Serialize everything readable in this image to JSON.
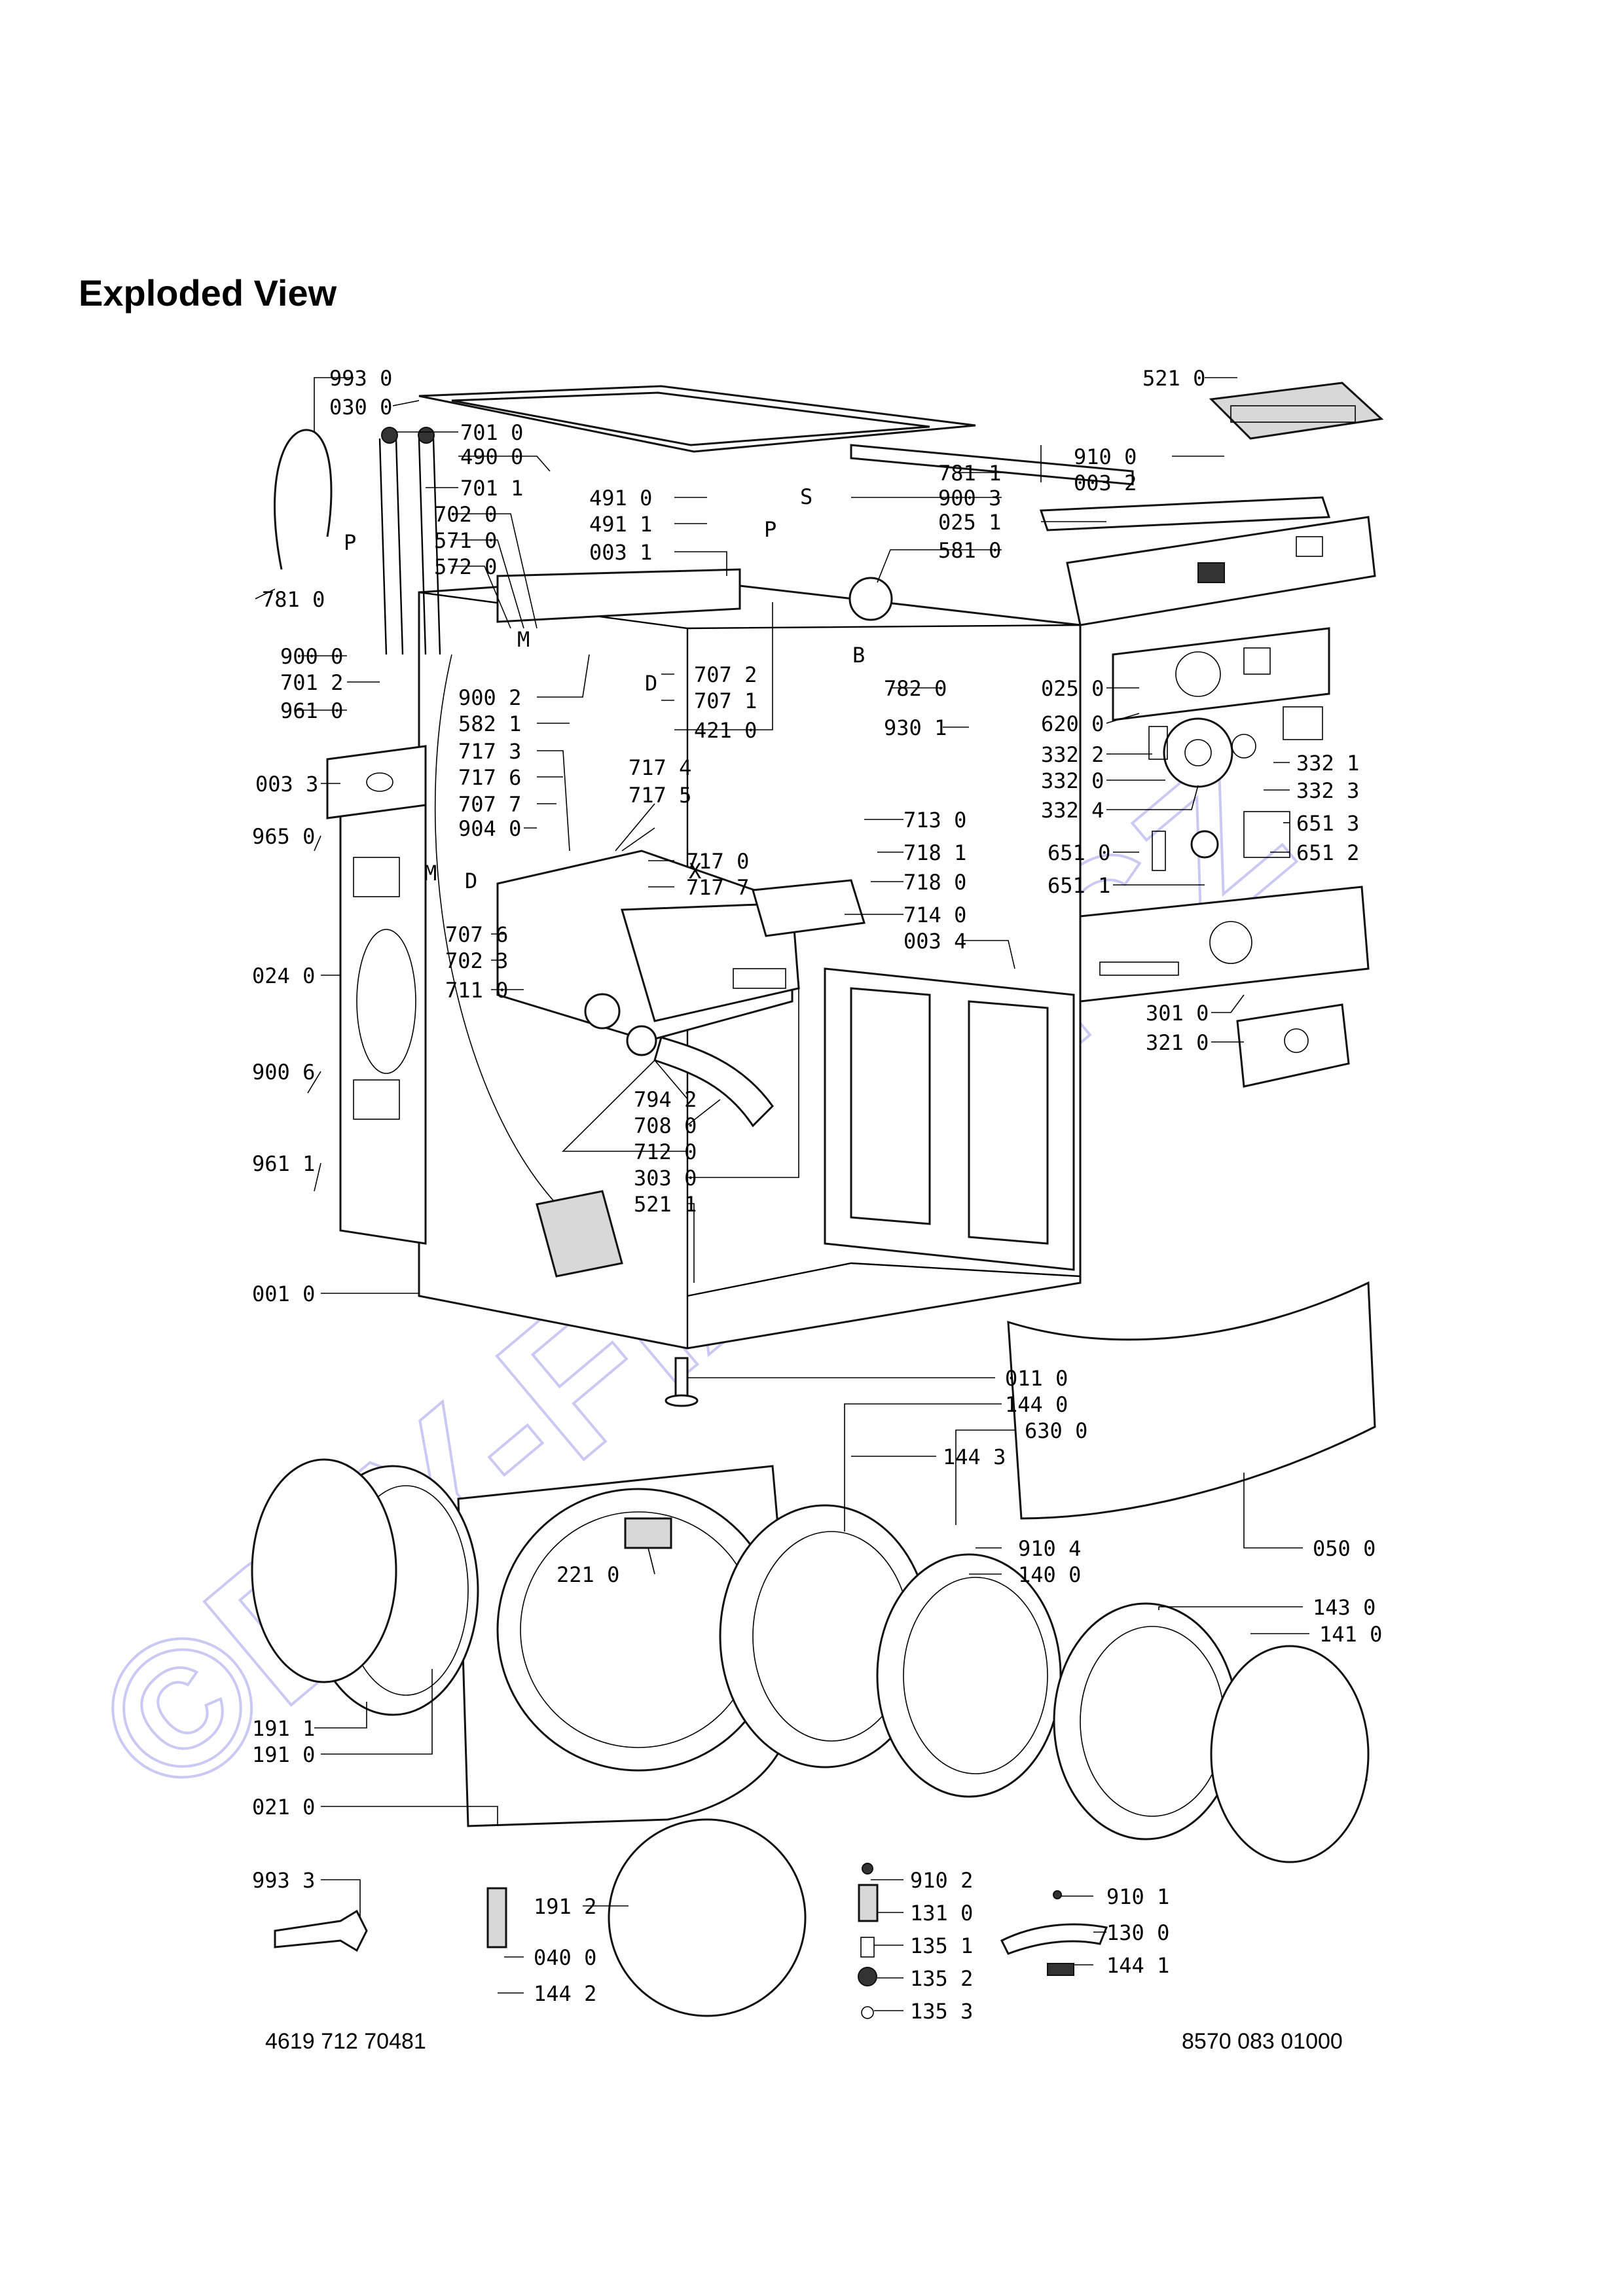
{
  "page": {
    "title": "Exploded View"
  },
  "watermark": {
    "text": "©DIY-FIX.DE.CZ",
    "color": "#c9c9f4"
  },
  "footer": {
    "left_code": "4619 712 70481",
    "right_code": "8570 083 01000"
  },
  "markers": {
    "P1": "P",
    "P2": "P",
    "S": "S",
    "M1": "M",
    "M2": "M",
    "D1": "D",
    "D2": "D",
    "B": "B",
    "X": "X"
  },
  "labels": {
    "l9930": "993 0",
    "l0300": "030 0",
    "l7010": "701 0",
    "l4900": "490 0",
    "l7011": "701 1",
    "l7020": "702 0",
    "l5710": "571 0",
    "l5720": "572 0",
    "l7810": "781 0",
    "l9000": "900 0",
    "l7012": "701 2",
    "l9610": "961 0",
    "l0033": "003 3",
    "l9650": "965 0",
    "l0240": "024 0",
    "l9006": "900 6",
    "l9611": "961 1",
    "l0010": "001 0",
    "l4910": "491 0",
    "l4911": "491 1",
    "l0031": "003 1",
    "l7811": "781 1",
    "l9003": "900 3",
    "l5810": "581 0",
    "l9002": "900 2",
    "l5821": "582 1",
    "l7072": "707 2",
    "l7071": "707 1",
    "l4210": "421 0",
    "l7820": "782 0",
    "l9301": "930 1",
    "l5210": "521 0",
    "l9100": "910 0",
    "l0032": "003 2",
    "l0251": "025 1",
    "l0250": "025 0",
    "l6200": "620 0",
    "l3322": "332 2",
    "l3320": "332 0",
    "l3324": "332 4",
    "l3321": "332 1",
    "l3323": "332 3",
    "l7173": "717 3",
    "l7176": "717 6",
    "l7077": "707 7",
    "l9040": "904 0",
    "l7174": "717 4",
    "l7175": "717 5",
    "l7170": "717 0",
    "l7177": "717 7",
    "l7130": "713 0",
    "l7181": "718 1",
    "l7180": "718 0",
    "l7140": "714 0",
    "l0034": "003 4",
    "l6510": "651 0",
    "l6511": "651 1",
    "l6513": "651 3",
    "l6512": "651 2",
    "l7076": "707 6",
    "l7023": "702 3",
    "l7110": "711 0",
    "l3010": "301 0",
    "l3210": "321 0",
    "l7942": "794 2",
    "l7080": "708 0",
    "l7120": "712 0",
    "l3030": "303 0",
    "l5211": "521 1",
    "l0110": "011 0",
    "l1440": "144 0",
    "l6300": "630 0",
    "l1443": "144 3",
    "l9104": "910 4",
    "l0500": "050 0",
    "l2210": "221 0",
    "l1400": "140 0",
    "l1430": "143 0",
    "l1410": "141 0",
    "l1911": "191 1",
    "l1910": "191 0",
    "l0210": "021 0",
    "l9933": "993 3",
    "l1912": "191 2",
    "l0400": "040 0",
    "l1442": "144 2",
    "l9102": "910 2",
    "l1310": "131 0",
    "l1351": "135 1",
    "l1352": "135 2",
    "l1353": "135 3",
    "l9101": "910 1",
    "l1300": "130 0",
    "l1441": "144 1"
  }
}
